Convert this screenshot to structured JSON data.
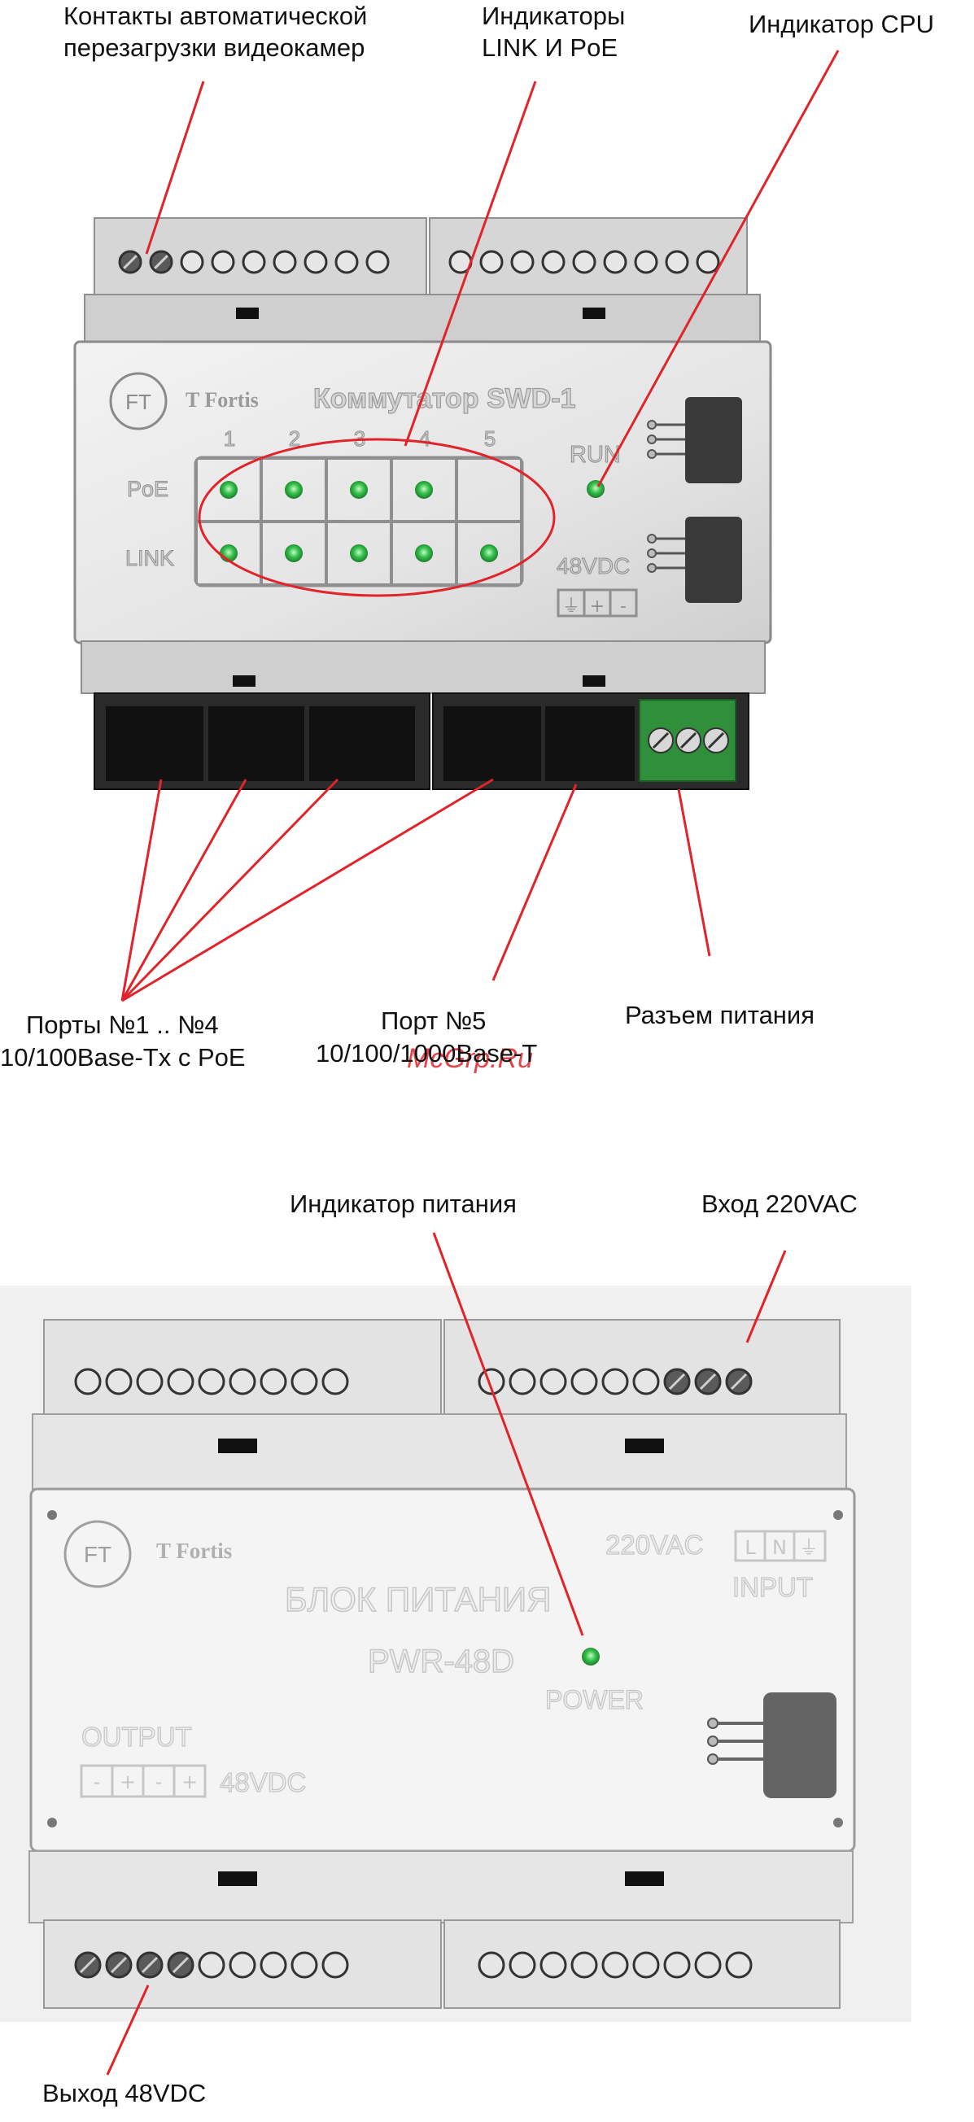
{
  "top_labels": {
    "reboot_contacts": [
      "Контакты автоматической",
      "перезагрузки видеокамер"
    ],
    "link_poe_indicators": [
      "Индикаторы",
      "LINK И PoE"
    ],
    "cpu_indicator": "Индикатор CPU",
    "ports_1_4": [
      "Порты №1 .. №4",
      "10/100Base-Tx с PoE"
    ],
    "port_5": [
      "Порт №5",
      "10/100/1000Base-T"
    ],
    "power_connector": "Разъем питания"
  },
  "switch_device": {
    "brand": "T Fortis",
    "logo": "FT",
    "model": "Коммутатор SWD-1",
    "port_numbers": [
      "1",
      "2",
      "3",
      "4",
      "5"
    ],
    "row_poe": "PoE",
    "row_link": "LINK",
    "run_label": "RUN",
    "dc_label": "48VDC",
    "terminal_signs": [
      "⏚",
      "+",
      "-"
    ],
    "poe_leds": [
      true,
      true,
      true,
      true,
      false
    ],
    "link_leds": [
      true,
      true,
      true,
      true,
      true
    ],
    "led_color": "#34c24a"
  },
  "watermark": "McGrp.Ru",
  "bottom_labels": {
    "power_indicator": "Индикатор питания",
    "input_220": "Вход 220VAC",
    "output_48": "Выход 48VDC"
  },
  "psu_device": {
    "brand": "T Fortis",
    "logo": "FT",
    "title": "БЛОК ПИТАНИЯ",
    "model": "PWR-48D",
    "power_label": "POWER",
    "ac_label": "220VAC",
    "ac_terminals": [
      "L",
      "N",
      "⏚"
    ],
    "input_label": "INPUT",
    "output_label": "OUTPUT",
    "output_terminals": [
      "-",
      "+",
      "-",
      "+"
    ],
    "dc_label": "48VDC"
  },
  "colors": {
    "arrow": "#e0242a",
    "led": "#34c24a",
    "green_terminal": "#2f8f3a"
  }
}
